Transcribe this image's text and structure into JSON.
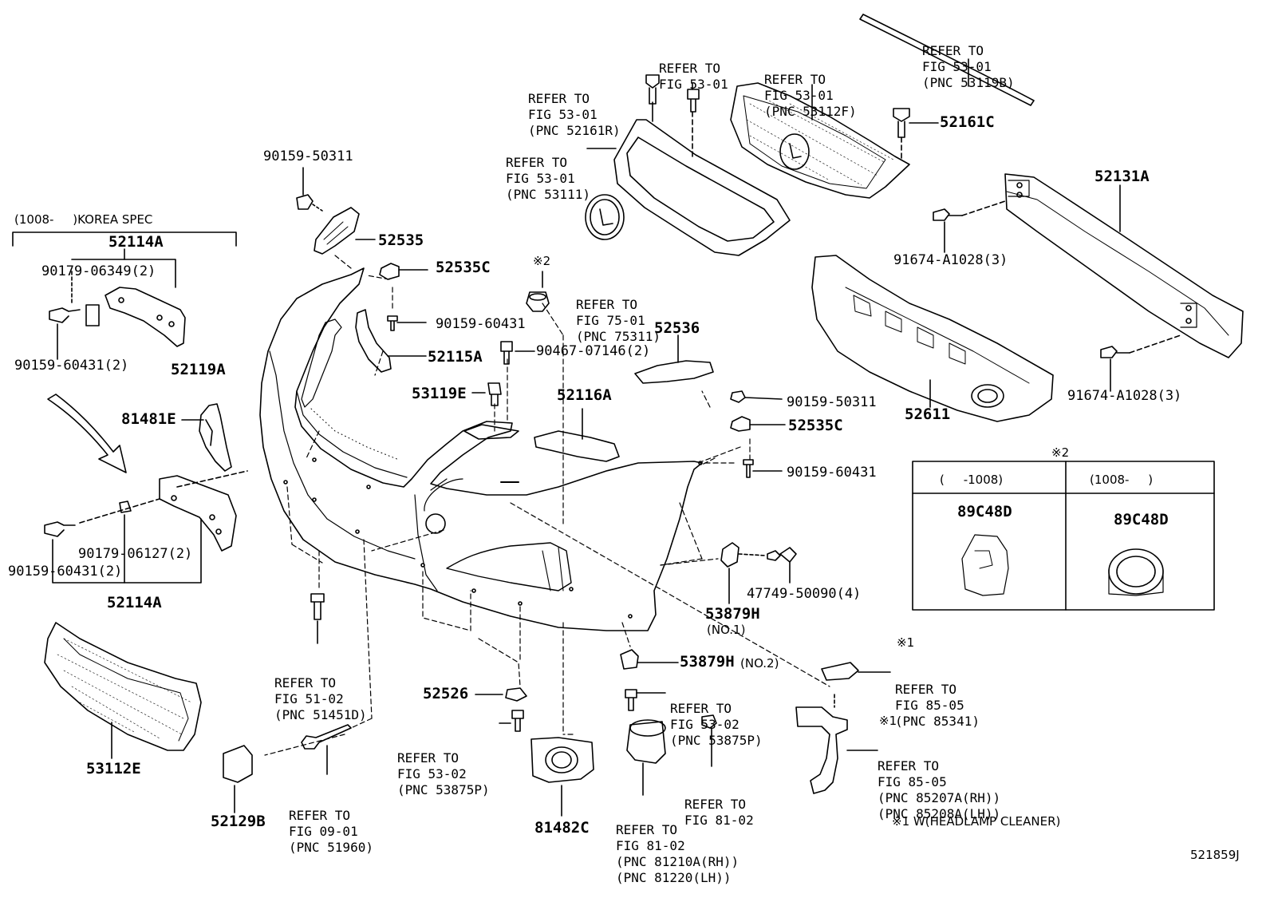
{
  "diagram_id": "521859J",
  "korea_spec": "(1008-     )KOREA SPEC",
  "parts": {
    "p52114A_top": "52114A",
    "p52114A_bottom": "52114A",
    "p52119A": "52119A",
    "p81481E": "81481E",
    "p53112E": "53112E",
    "p52129B": "52129B",
    "p52526": "52526",
    "p81482C": "81482C",
    "p52535": "52535",
    "p52535C_a": "52535C",
    "p52535C_b": "52535C",
    "p52115A": "52115A",
    "p53119E": "53119E",
    "p52116A": "52116A",
    "p52536": "52536",
    "p52161C": "52161C",
    "p52131A": "52131A",
    "p52611": "52611",
    "p53879H_1": "53879H",
    "p53879H_2": "53879H",
    "p89C48D_a": "89C48D",
    "p89C48D_b": "89C48D"
  },
  "codes": {
    "c90159_50311_a": "90159-50311",
    "c90159_50311_b": "90159-50311",
    "c90179_06349": "90179-06349(2)",
    "c90159_60431_2a": "90159-60431(2)",
    "c90159_60431_a": "90159-60431",
    "c90159_60431_b": "90159-60431",
    "c90467_07146": "90467-07146(2)",
    "c90179_06127": "90179-06127(2)",
    "c90159_60431_2b": "90159-60431(2)",
    "c91674_a": "91674-A1028(3)",
    "c91674_b": "91674-A1028(3)",
    "c47749": "47749-50090(4)"
  },
  "notes": {
    "mark2": "※2",
    "mark2_box": "※2",
    "no1": "(NO.1)",
    "no2": "(NO.2)",
    "mark1_a": "※1",
    "mark1_b": "※1",
    "footnote": "※1 W(HEADLAMP CLEANER)",
    "box_col1": "(     -1008)",
    "box_col2": "(1008-     )"
  },
  "refs": {
    "r52161R": [
      "REFER TO",
      "FIG 53-01",
      "(PNC 52161R)"
    ],
    "r53_01_top": [
      "REFER TO",
      "FIG 53-01"
    ],
    "r53112F": [
      "REFER TO",
      "FIG 53-01",
      "(PNC 53112F)"
    ],
    "r53119B": [
      "REFER TO",
      "FIG 53-01",
      "(PNC 53119B)"
    ],
    "r53111": [
      "REFER TO",
      "FIG 53-01",
      "(PNC 53111)"
    ],
    "r75311": [
      "REFER TO",
      "FIG 75-01",
      "(PNC 75311)"
    ],
    "r51451D": [
      "REFER TO",
      "FIG 51-02",
      "(PNC 51451D)"
    ],
    "r53875P_a": [
      "REFER TO",
      "FIG 53-02",
      "(PNC 53875P)"
    ],
    "r53875P_b": [
      "REFER TO",
      "FIG 53-02",
      "(PNC 53875P)"
    ],
    "r51960": [
      "REFER TO",
      "FIG 09-01",
      "(PNC 51960)"
    ],
    "r81_02": [
      "REFER TO",
      "FIG 81-02"
    ],
    "r81210A": [
      "REFER TO",
      "FIG 81-02",
      "(PNC 81210A(RH))",
      "(PNC 81220(LH))"
    ],
    "r85341": [
      "REFER TO",
      "FIG 85-05",
      "(PNC 85341)"
    ],
    "r85207A": [
      "REFER TO",
      "FIG 85-05",
      "(PNC 85207A(RH))",
      "(PNC 85208A(LH))"
    ]
  }
}
